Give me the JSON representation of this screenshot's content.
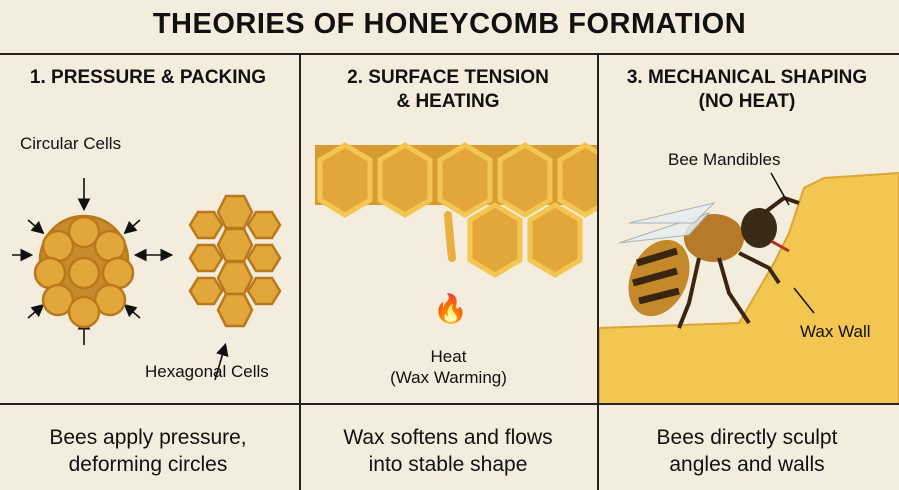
{
  "title": "THEORIES OF HONEYCOMB FORMATION",
  "columns": [
    {
      "heading_line1": "1. PRESSURE & PACKING",
      "heading_line2": "",
      "labels": [
        "Circular Cells",
        "Hexagonal Cells"
      ],
      "caption_line1": "Bees apply pressure,",
      "caption_line2": "deforming circles"
    },
    {
      "heading_line1": "2. SURFACE TENSION",
      "heading_line2": "& HEATING",
      "labels": [
        "Heat",
        "(Wax Warming)"
      ],
      "caption_line1": "Wax softens and flows",
      "caption_line2": "into stable shape"
    },
    {
      "heading_line1": "3. MECHANICAL SHAPING",
      "heading_line2": "(NO HEAT)",
      "labels": [
        "Bee Mandibles",
        "Wax Wall"
      ],
      "caption_line1": "Bees directly sculpt",
      "caption_line2": "angles and walls"
    }
  ],
  "colors": {
    "background": "#f4ecdc",
    "honey": "#e3a63a",
    "honey_dark": "#b9781c",
    "wax": "#f2c650"
  }
}
